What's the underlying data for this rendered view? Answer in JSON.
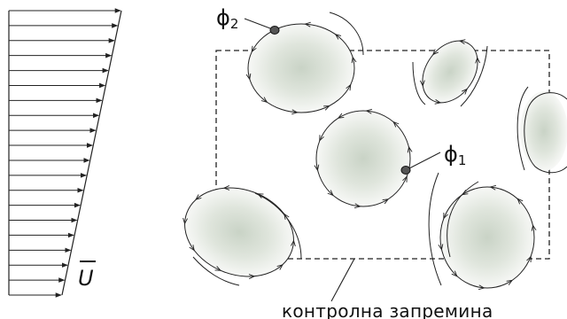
{
  "velocity_profile": {
    "label": "U",
    "arrow_count": 20
  },
  "control_volume": {
    "label": "контролна запремина"
  },
  "markers": [
    {
      "symbol": "ϕ",
      "subscript": "1"
    },
    {
      "symbol": "ϕ",
      "subscript": "2"
    }
  ],
  "eddies": [
    {
      "name": "eddy-top-left",
      "direction": "counter-clockwise"
    },
    {
      "name": "eddy-top-right-small",
      "direction": "counter-clockwise"
    },
    {
      "name": "eddy-center",
      "direction": "counter-clockwise"
    },
    {
      "name": "eddy-right-edge",
      "direction": "counter-clockwise"
    },
    {
      "name": "eddy-bottom-left",
      "direction": "counter-clockwise"
    },
    {
      "name": "eddy-bottom-right",
      "direction": "counter-clockwise"
    }
  ],
  "colors": {
    "line": "#222222",
    "blob_center": "#cfd8cc",
    "marker_fill": "#555555"
  }
}
